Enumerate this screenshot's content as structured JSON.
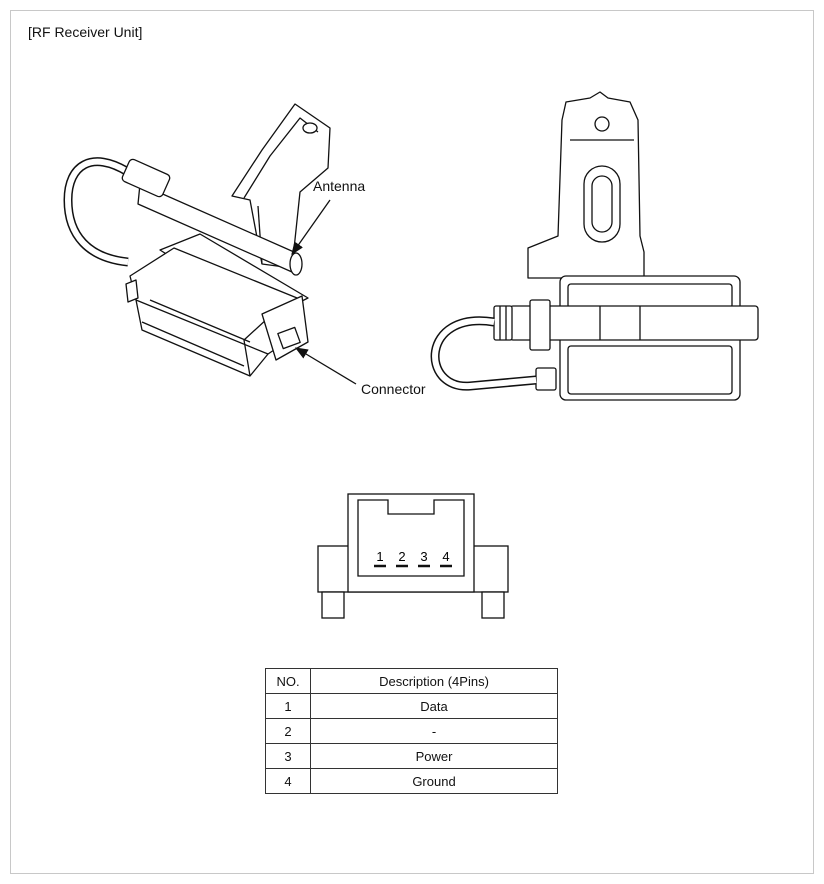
{
  "section_title": "[RF Receiver Unit]",
  "callouts": {
    "antenna": "Antenna",
    "connector": "Connector"
  },
  "connector_pins": [
    "1",
    "2",
    "3",
    "4"
  ],
  "pin_table": {
    "headers": [
      "NO.",
      "Description (4Pins)"
    ],
    "rows": [
      {
        "no": "1",
        "desc": "Data"
      },
      {
        "no": "2",
        "desc": "-"
      },
      {
        "no": "3",
        "desc": "Power"
      },
      {
        "no": "4",
        "desc": "Ground"
      }
    ]
  }
}
